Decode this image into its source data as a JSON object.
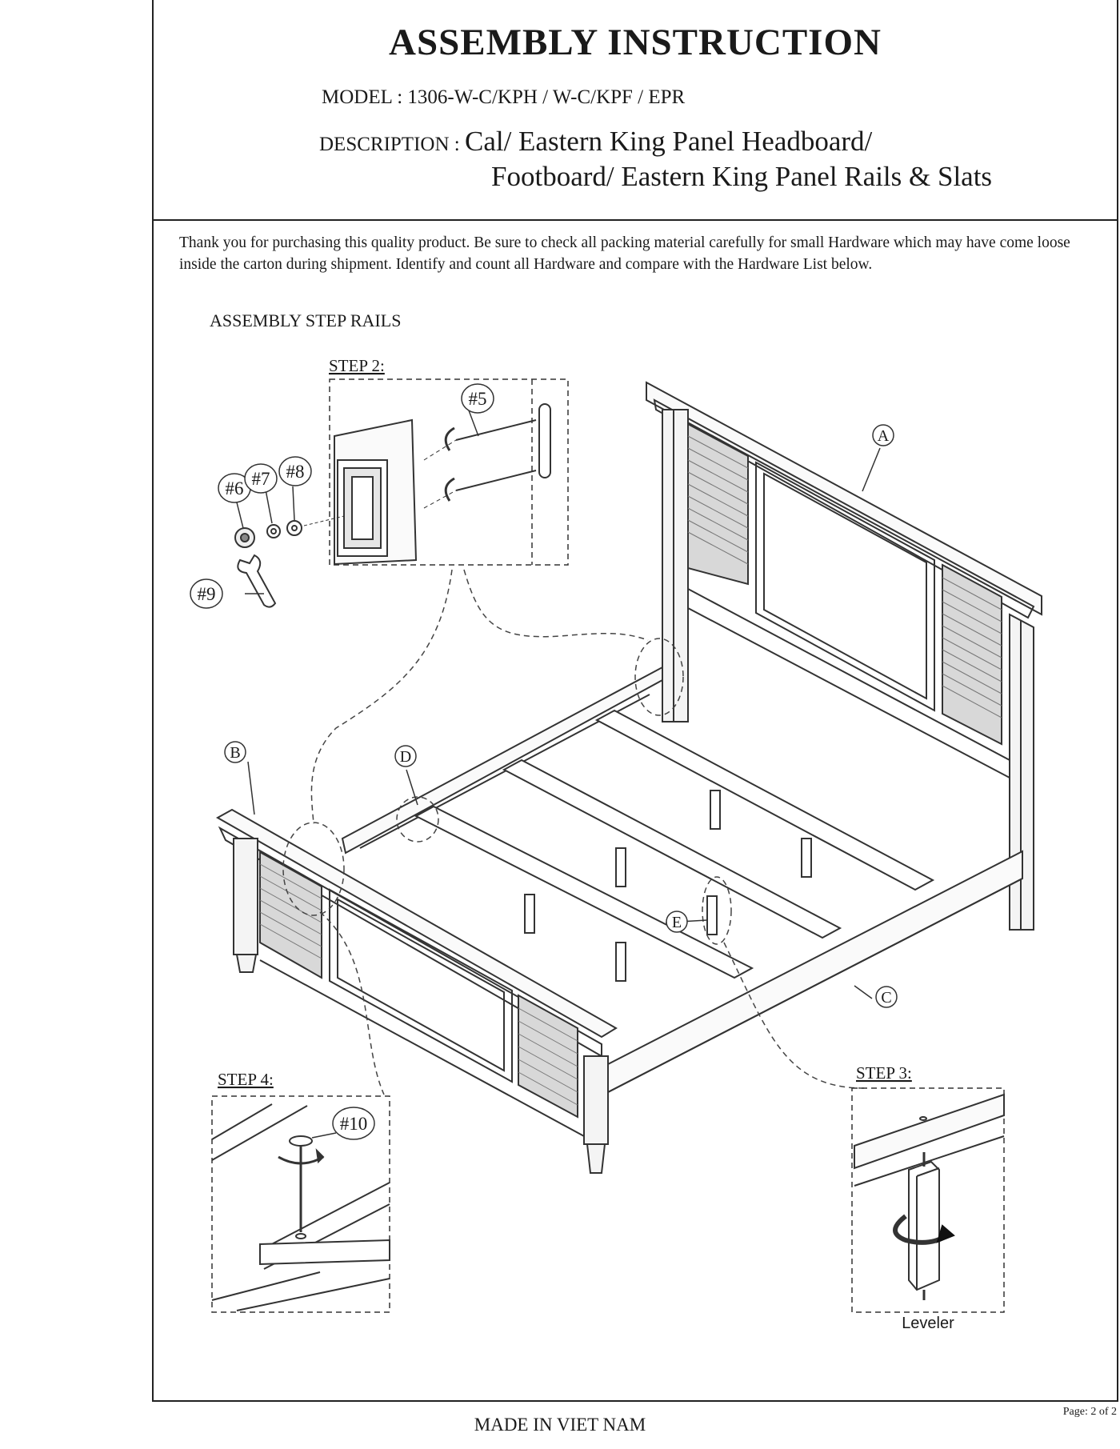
{
  "header": {
    "title": "ASSEMBLY INSTRUCTION",
    "model_label": "MODEL :",
    "model_value": "1306-W-C/KPH / W-C/KPF / EPR",
    "description_label": "DESCRIPTION :",
    "description_line1": "Cal/ Eastern King Panel Headboard/",
    "description_line2": "Footboard/ Eastern King Panel Rails & Slats"
  },
  "intro": "Thank you for purchasing this quality product. Be sure to check all packing material carefully for small Hardware which may have come loose inside the carton during shipment. Identify and count all Hardware and compare with the Hardware List below.",
  "section_label": "ASSEMBLY STEP RAILS",
  "steps": {
    "step2": "STEP 2:",
    "step3": "STEP 3:",
    "step4": "STEP 4:"
  },
  "parts": {
    "A": "A",
    "B": "B",
    "C": "C",
    "D": "D",
    "E": "E"
  },
  "hardware": {
    "h5": "#5",
    "h6": "#6",
    "h7": "#7",
    "h8": "#8",
    "h9": "#9",
    "h10": "#10"
  },
  "leveler_label": "Leveler",
  "footer": {
    "made_in": "MADE IN VIET NAM",
    "page": "Page: 2 of 2"
  }
}
